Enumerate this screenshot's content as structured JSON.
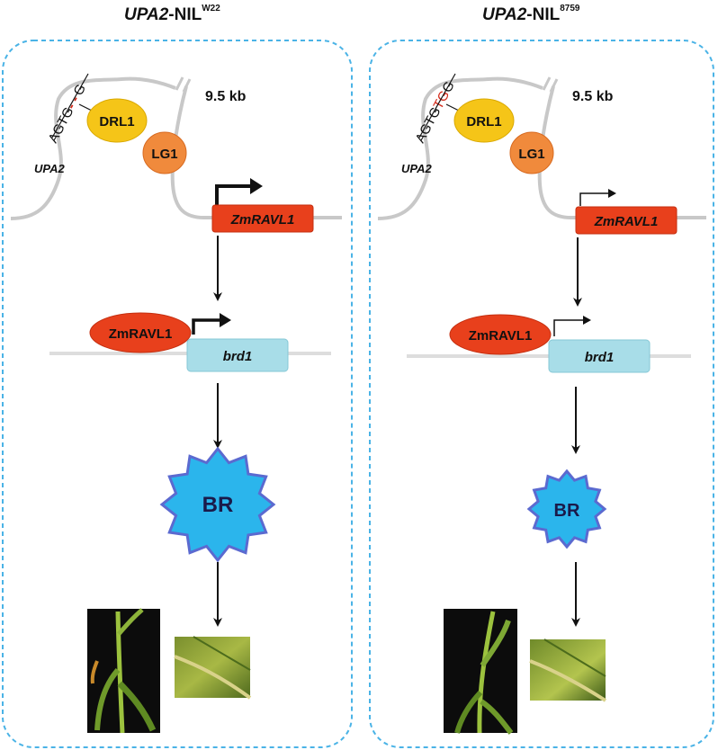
{
  "panels": [
    {
      "title_gene": "UPA2",
      "title_suffix": "-NIL",
      "title_sup": "W22",
      "seq_black": "AGTG",
      "seq_mid": "- -",
      "seq_mid_color": "#d42a1a",
      "seq_end": "G",
      "drl1": "DRL1",
      "lg1": "LG1",
      "distance": "9.5 kb",
      "locus": "UPA2",
      "ravl1_gene": "ZmRAVL1",
      "ravl1_protein": "ZmRAVL1",
      "brd1": "brd1",
      "br": "BR",
      "arrow_strength": "strong",
      "br_size": "large"
    },
    {
      "title_gene": "UPA2",
      "title_suffix": "-NIL",
      "title_sup": "8759",
      "seq_black": "AGTG",
      "seq_mid": "TG",
      "seq_mid_color": "#d42a1a",
      "seq_end": "G",
      "drl1": "DRL1",
      "lg1": "LG1",
      "distance": "9.5 kb",
      "locus": "UPA2",
      "ravl1_gene": "ZmRAVL1",
      "ravl1_protein": "ZmRAVL1",
      "brd1": "brd1",
      "br": "BR",
      "arrow_strength": "weak",
      "br_size": "small"
    }
  ],
  "colors": {
    "border_dash": "#4ab3e6",
    "drl1": "#f5c518",
    "lg1": "#f08a3c",
    "ravl1": "#e8401c",
    "brd1": "#a8dde8",
    "br": "#2bb5ec",
    "br_stroke": "#5b6ad0",
    "dna": "#c8c8c8"
  }
}
